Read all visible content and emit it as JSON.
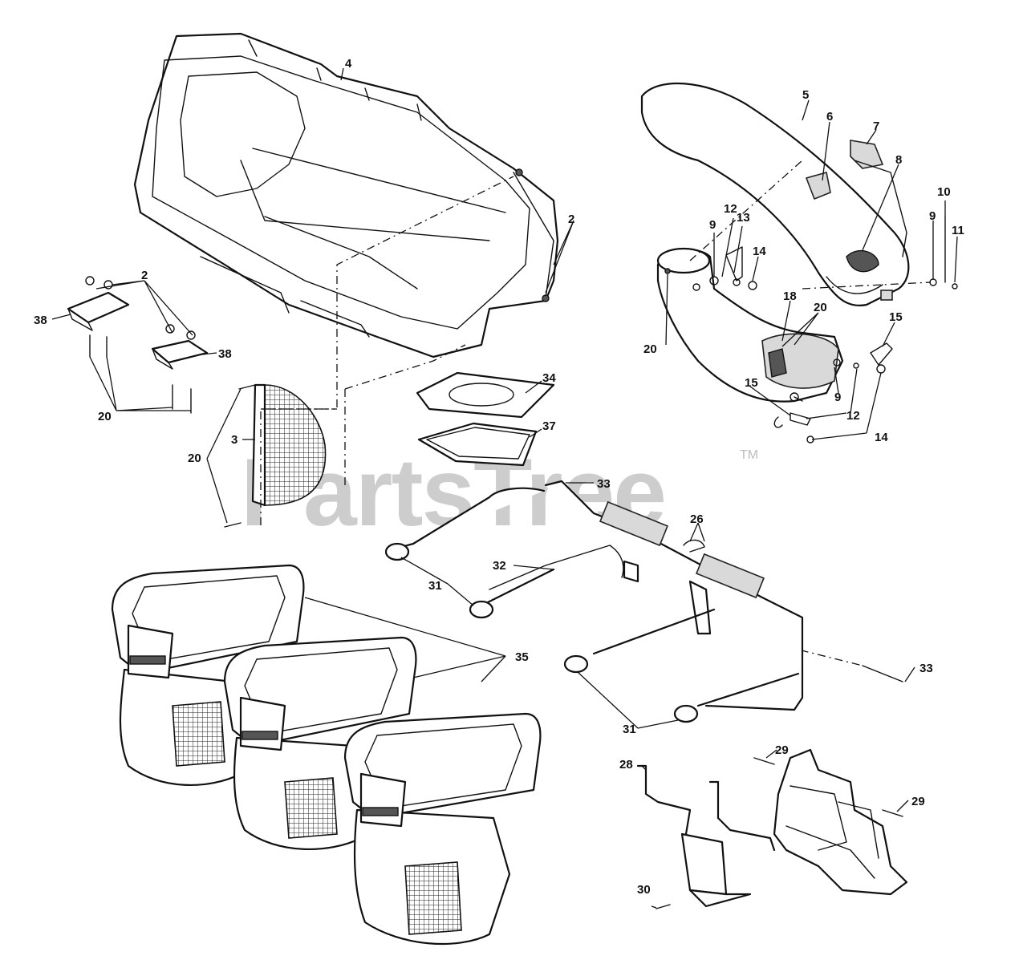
{
  "watermark": {
    "text": "PartsTree",
    "trademark": "TM"
  },
  "callouts": [
    {
      "id": "c2a",
      "text": "2"
    },
    {
      "id": "c2b",
      "text": "2"
    },
    {
      "id": "c3",
      "text": "3"
    },
    {
      "id": "c4",
      "text": "4"
    },
    {
      "id": "c5",
      "text": "5"
    },
    {
      "id": "c6",
      "text": "6"
    },
    {
      "id": "c7",
      "text": "7"
    },
    {
      "id": "c8",
      "text": "8"
    },
    {
      "id": "c9a",
      "text": "9"
    },
    {
      "id": "c9b",
      "text": "9"
    },
    {
      "id": "c9c",
      "text": "9"
    },
    {
      "id": "c10",
      "text": "10"
    },
    {
      "id": "c11",
      "text": "11"
    },
    {
      "id": "c12a",
      "text": "12"
    },
    {
      "id": "c12b",
      "text": "12"
    },
    {
      "id": "c13",
      "text": "13"
    },
    {
      "id": "c14a",
      "text": "14"
    },
    {
      "id": "c14b",
      "text": "14"
    },
    {
      "id": "c15a",
      "text": "15"
    },
    {
      "id": "c15b",
      "text": "15"
    },
    {
      "id": "c18",
      "text": "18"
    },
    {
      "id": "c20a",
      "text": "20"
    },
    {
      "id": "c20b",
      "text": "20"
    },
    {
      "id": "c20c",
      "text": "20"
    },
    {
      "id": "c20d",
      "text": "20"
    },
    {
      "id": "c26",
      "text": "26"
    },
    {
      "id": "c28",
      "text": "28"
    },
    {
      "id": "c29a",
      "text": "29"
    },
    {
      "id": "c29b",
      "text": "29"
    },
    {
      "id": "c30",
      "text": "30"
    },
    {
      "id": "c31a",
      "text": "31"
    },
    {
      "id": "c31b",
      "text": "31"
    },
    {
      "id": "c32",
      "text": "32"
    },
    {
      "id": "c33a",
      "text": "33"
    },
    {
      "id": "c33b",
      "text": "33"
    },
    {
      "id": "c34",
      "text": "34"
    },
    {
      "id": "c35",
      "text": "35"
    },
    {
      "id": "c37",
      "text": "37"
    },
    {
      "id": "c38a",
      "text": "38"
    },
    {
      "id": "c38b",
      "text": "38"
    }
  ]
}
